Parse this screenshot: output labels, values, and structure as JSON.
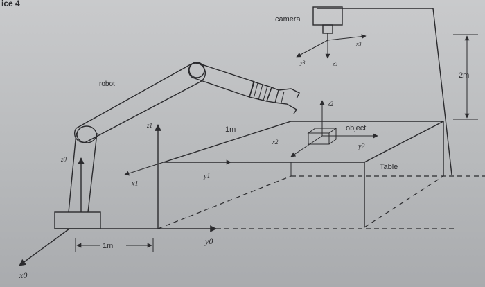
{
  "header_fragment": "ice 4",
  "labels": {
    "camera": "camera",
    "robot": "robot",
    "object": "object",
    "table": "Table",
    "dim_2m": "2m",
    "dim_1m_top": "1m",
    "dim_1m_bottom": "1m"
  },
  "axes": {
    "x0": "x0",
    "y0": "y0",
    "z0": "z0",
    "x1": "x1",
    "y1": "y1",
    "z1": "z1",
    "x2": "x2",
    "y2": "y2",
    "z2": "z2",
    "x3": "x3",
    "y3": "y3",
    "z3": "z3"
  }
}
